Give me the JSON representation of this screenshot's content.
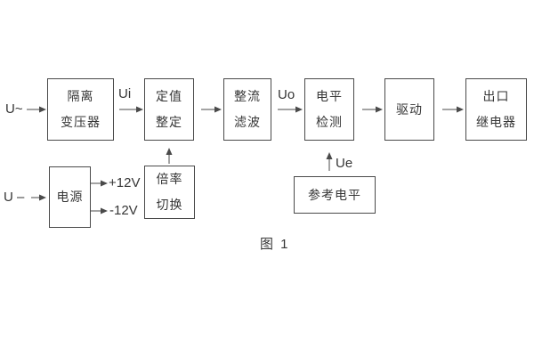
{
  "diagram": {
    "caption": "图 1",
    "colors": {
      "background": "#ffffff",
      "line": "#4a4a4a",
      "text": "#363636"
    },
    "inputs": {
      "ac": "U~",
      "dc": "U –"
    },
    "signals": {
      "ui": "Ui",
      "uo": "Uo",
      "ue": "Ue",
      "plus12": "+12V",
      "minus12": "-12V"
    },
    "boxes": {
      "isolation_transformer": "隔离\n变压器",
      "setting_adjust": "定值\n整定",
      "rectifier_filter": "整流\n滤波",
      "level_detect": "电平\n检测",
      "driver": "驱动",
      "output_relay": "出口\n继电器",
      "power_supply": "电源",
      "ratio_switch": "倍率\n切换",
      "reference_level": "参考电平"
    }
  }
}
